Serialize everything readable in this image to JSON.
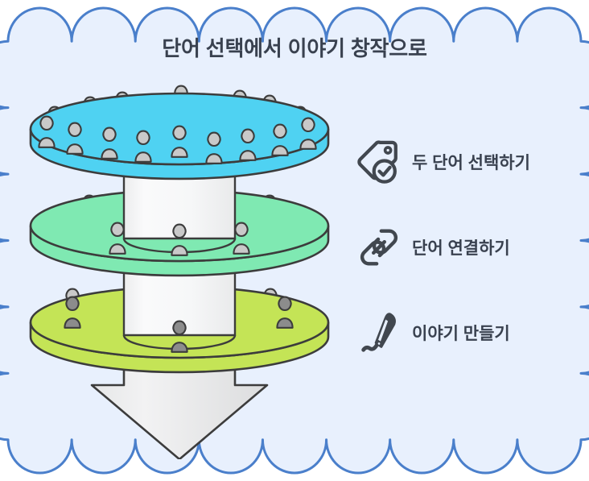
{
  "page": {
    "title": "단어 선택에서 이야기 창작으로",
    "background_color": "#E8F0FD",
    "border_color": "#4A7FCB",
    "text_color": "#39414F",
    "outside_color": "#FFFFFF"
  },
  "funnel": {
    "description": "3단 깔때기 다이어그램",
    "cylinder_color": "#F5F6F7",
    "person_color": "#C9C9C9",
    "outline_color": "#3C3C3C",
    "arrow_color": "#E3E3E3",
    "levels": [
      {
        "name": "상단 원반",
        "color": "#4FD2F2",
        "edge_color": "#2FB8DA",
        "people": 19,
        "legend_ref": "두 단어 선택하기"
      },
      {
        "name": "중간 원반",
        "color": "#7FE9B2",
        "edge_color": "#57CE93",
        "people": 7,
        "legend_ref": "단어 연결하기"
      },
      {
        "name": "하단 원반",
        "color": "#C4E456",
        "edge_color": "#A9CC3C",
        "people": 3,
        "legend_ref": "이야기 만들기"
      }
    ],
    "arrow": {
      "name": "아래 방향 화살표",
      "direction": "down"
    }
  },
  "legend": {
    "items": [
      {
        "icon": "tag-check-icon",
        "label": "두 단어 선택하기"
      },
      {
        "icon": "link-chain-icon",
        "label": "단어 연결하기"
      },
      {
        "icon": "quill-pen-icon",
        "label": "이야기 만들기"
      }
    ]
  }
}
